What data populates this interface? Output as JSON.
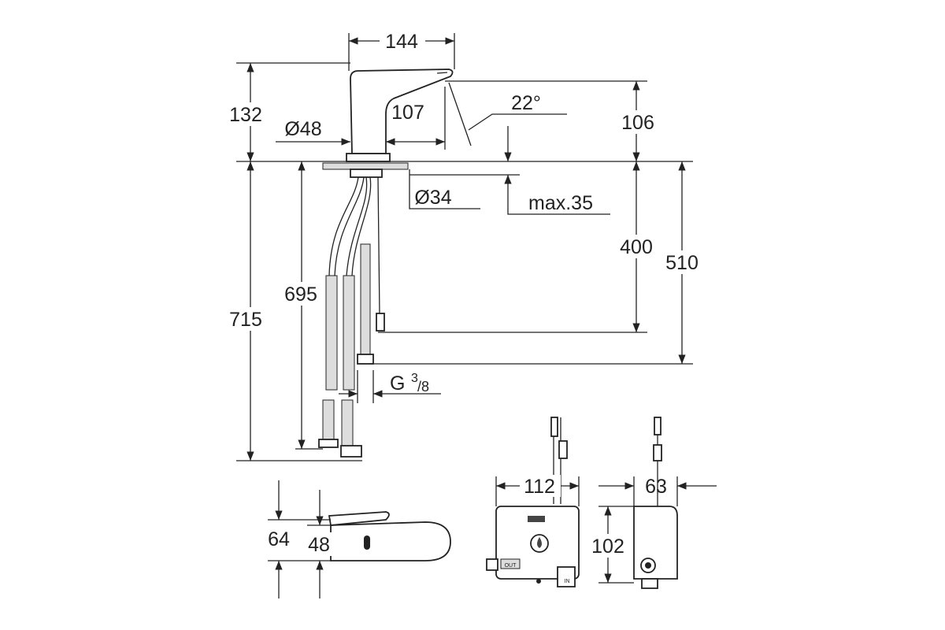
{
  "drawing": {
    "title": "Sensor basin tap dimension drawing",
    "dimensions": {
      "spout_width": "144",
      "body_height": "132",
      "spout_reach": "107",
      "sensor_angle": "22°",
      "spout_height": "106",
      "base_diameter": "Ø48",
      "hole_diameter": "Ø34",
      "counter_thickness": "max.35",
      "inlet_depth": "400",
      "hose_depth": "510",
      "hose_length": "695",
      "total_length": "715",
      "thread_prefix": "G",
      "thread_num": "3",
      "thread_den": "/8",
      "top_view_depth": "64",
      "top_view_body": "48",
      "box_width": "112",
      "box_depth": "63",
      "box_height": "102"
    },
    "box_labels": {
      "out": "OUT",
      "in": "IN"
    }
  }
}
